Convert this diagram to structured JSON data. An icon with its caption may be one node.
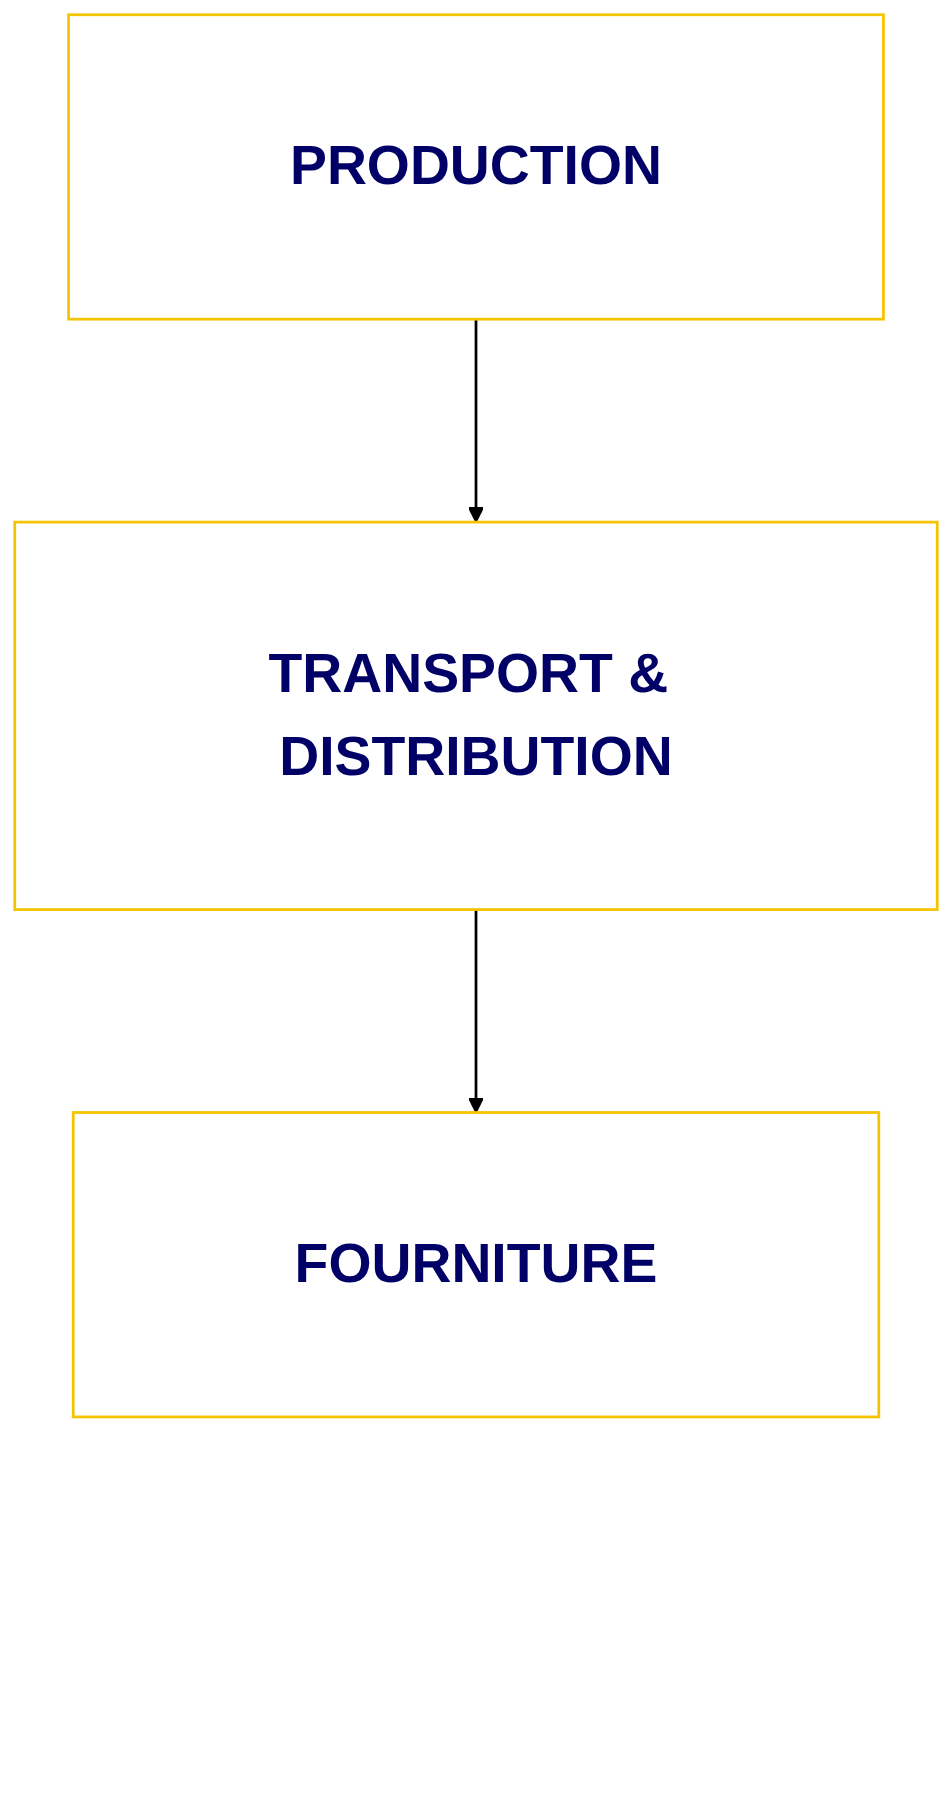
{
  "diagram": {
    "nodes": [
      {
        "text": [
          "PRODUCTION"
        ]
      },
      {
        "text": [
          "TRANSPORT & DISTRIBUTION"
        ]
      },
      {
        "text": [
          "FOURNITURE"
        ]
      }
    ],
    "edges": [
      {
        "from": 0,
        "to": 1,
        "arrow": "to"
      },
      {
        "from": 1,
        "to": 2,
        "arrow": "to"
      }
    ]
  }
}
